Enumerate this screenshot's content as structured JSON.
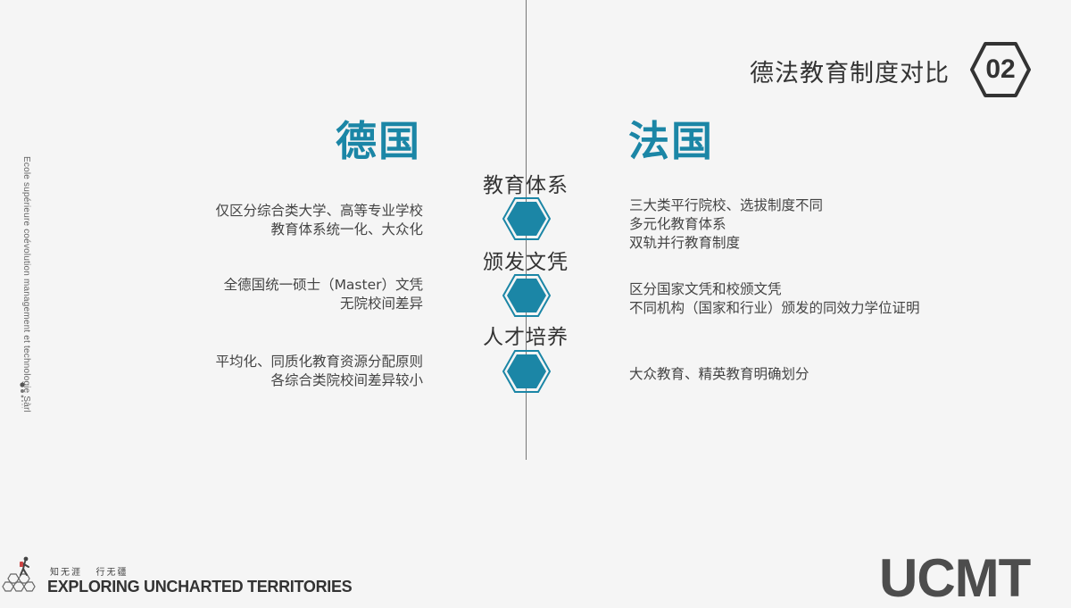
{
  "header": {
    "title": "德法教育制度对比",
    "number": "02"
  },
  "side_text": "Ecole supérieure coévolution management et technologie Sàrl",
  "countries": {
    "left": "德国",
    "right": "法国"
  },
  "categories": [
    {
      "label": "教育体系"
    },
    {
      "label": "颁发文凭"
    },
    {
      "label": "人才培养"
    }
  ],
  "rows": [
    {
      "left": [
        "仅区分综合类大学、高等专业学校",
        "教育体系统一化、大众化"
      ],
      "right": [
        "三大类平行院校、选拔制度不同",
        "多元化教育体系",
        "双轨并行教育制度"
      ]
    },
    {
      "left": [
        "全德国统一硕士（Master）文凭",
        "无院校间差异"
      ],
      "right": [
        "区分国家文凭和校颁文凭",
        "不同机构（国家和行业）颁发的同效力学位证明"
      ]
    },
    {
      "left": [
        "平均化、同质化教育资源分配原则",
        "各综合类院校间差异较小"
      ],
      "right": [
        "大众教育、精英教育明确划分"
      ]
    }
  ],
  "footer": {
    "slogan_cn": "知无涯   行无疆",
    "slogan_en": "EXPLORING UNCHARTED TERRITORIES",
    "brand": "UCMT"
  },
  "colors": {
    "accent": "#1b86a6",
    "line": "#777777",
    "background": "#f5f5f5"
  },
  "icons": {
    "header_badge": "hexagon-outline-icon",
    "category_marker": "hexagon-filled-icon",
    "footer_logo": "hiker-hexagon-logo-icon"
  }
}
